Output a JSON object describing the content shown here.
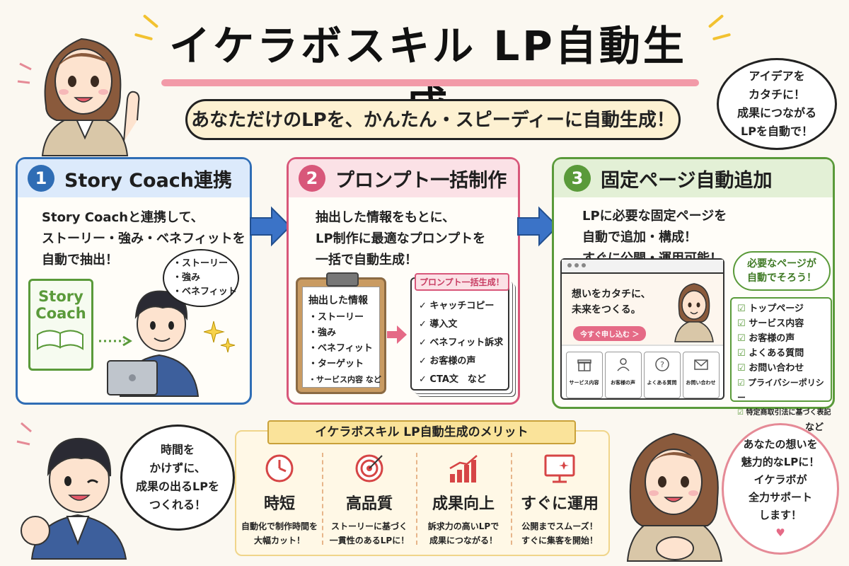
{
  "header": {
    "title": "イケラボスキル LP自動生成",
    "subtitle": "あなただけのLPを、かんたん・スピーディーに自動生成！"
  },
  "bubble_top_right": [
    "アイデアを",
    "カタチに！",
    "成果につながる",
    "LPを自動で！"
  ],
  "steps": [
    {
      "num": "1",
      "title": "Story Coach連携",
      "desc": [
        "Story Coachと連携して、",
        "ストーリー・強み・ベネフィットを",
        "自動で抽出！"
      ],
      "logo": [
        "Story",
        "Coach"
      ],
      "thought": [
        "・ストーリー",
        "・強み",
        "・ベネフィット"
      ],
      "color": "#2f6db5"
    },
    {
      "num": "2",
      "title": "プロンプト一括制作",
      "desc": [
        "抽出した情報をもとに、",
        "LP制作に最適なプロンプトを",
        "一括で自動生成！"
      ],
      "clipboard_title": "抽出した情報",
      "clipboard_items": [
        "・ストーリー",
        "・強み",
        "・ベネフィット",
        "・ターゲット",
        "・サービス内容 など"
      ],
      "prompt_badge": "プロンプト一括生成！",
      "prompt_items": [
        "✓ キャッチコピー",
        "✓ 導入文",
        "✓ ベネフィット訴求",
        "✓ お客様の声",
        "✓ CTA文　など"
      ],
      "color": "#d8577a"
    },
    {
      "num": "3",
      "title": "固定ページ自動追加",
      "desc": [
        "LPに必要な固定ページを",
        "自動で追加・構成！",
        "すぐに公開・運用可能！"
      ],
      "browser_headline": [
        "想いをカタチに、",
        "未来をつくる。"
      ],
      "browser_cta": "今すぐ申し込む ＞",
      "browser_icons": [
        "サービス内容",
        "お客様の声",
        "よくある質問",
        "お問い合わせ"
      ],
      "pages_bubble": [
        "必要なページが",
        "自動でそろう！"
      ],
      "pages": [
        "トップページ",
        "サービス内容",
        "お客様の声",
        "よくある質問",
        "お問い合わせ",
        "プライバシーポリシー",
        "特定商取引法に基づく表記"
      ],
      "pages_more": "… など",
      "color": "#5a9a3a"
    }
  ],
  "merits": {
    "heading": "イケラボスキル LP自動生成のメリット",
    "items": [
      {
        "title": "時短",
        "desc": [
          "自動化で制作時間を",
          "大幅カット！"
        ],
        "icon": "clock-icon"
      },
      {
        "title": "高品質",
        "desc": [
          "ストーリーに基づく",
          "一貫性のあるLPに！"
        ],
        "icon": "target-icon"
      },
      {
        "title": "成果向上",
        "desc": [
          "訴求力の高いLPで",
          "成果につながる！"
        ],
        "icon": "growth-chart-icon"
      },
      {
        "title": "すぐに運用",
        "desc": [
          "公開までスムーズ！",
          "すぐに集客を開始！"
        ],
        "icon": "monitor-icon"
      }
    ]
  },
  "bubble_bottom_left": [
    "時間を",
    "かけずに、",
    "成果の出るLPを",
    "つくれる！"
  ],
  "bubble_bottom_right": [
    "あなたの想いを",
    "魅力的なLPに！",
    "イケラボが",
    "全力サポート",
    "します！"
  ],
  "colors": {
    "blue": "#2f6db5",
    "pink": "#d8577a",
    "green": "#5a9a3a",
    "accent_yellow": "#f2c230",
    "underline": "#f29aa8"
  }
}
